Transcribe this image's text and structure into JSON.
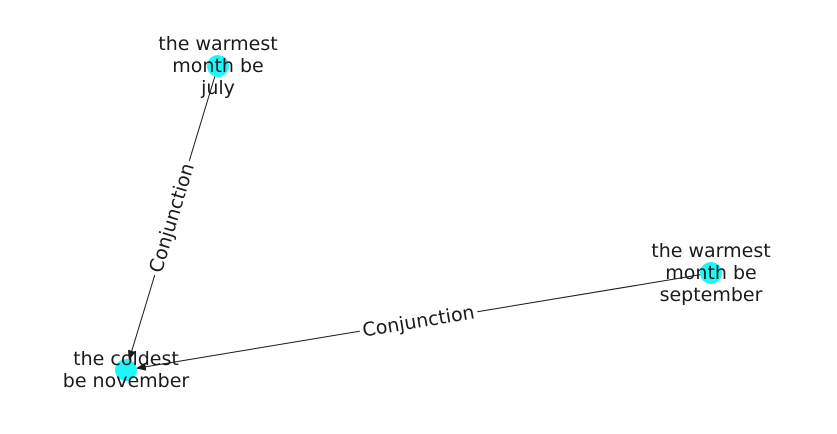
{
  "colors": {
    "background": "#ffffff",
    "node": "#1ef6f8",
    "edge": "#1a1a1a",
    "text": "#1a1a1a"
  },
  "nodes": [
    {
      "id": "n1",
      "lines": [
        "the warmest",
        "month be",
        "july"
      ]
    },
    {
      "id": "n2",
      "lines": [
        "the warmest",
        "month be",
        "september"
      ]
    },
    {
      "id": "n3",
      "lines": [
        "the coldest",
        "be november"
      ]
    }
  ],
  "edges": [
    {
      "from": "n1",
      "to": "n3",
      "label": "Conjunction"
    },
    {
      "from": "n2",
      "to": "n3",
      "label": "Conjunction"
    }
  ]
}
